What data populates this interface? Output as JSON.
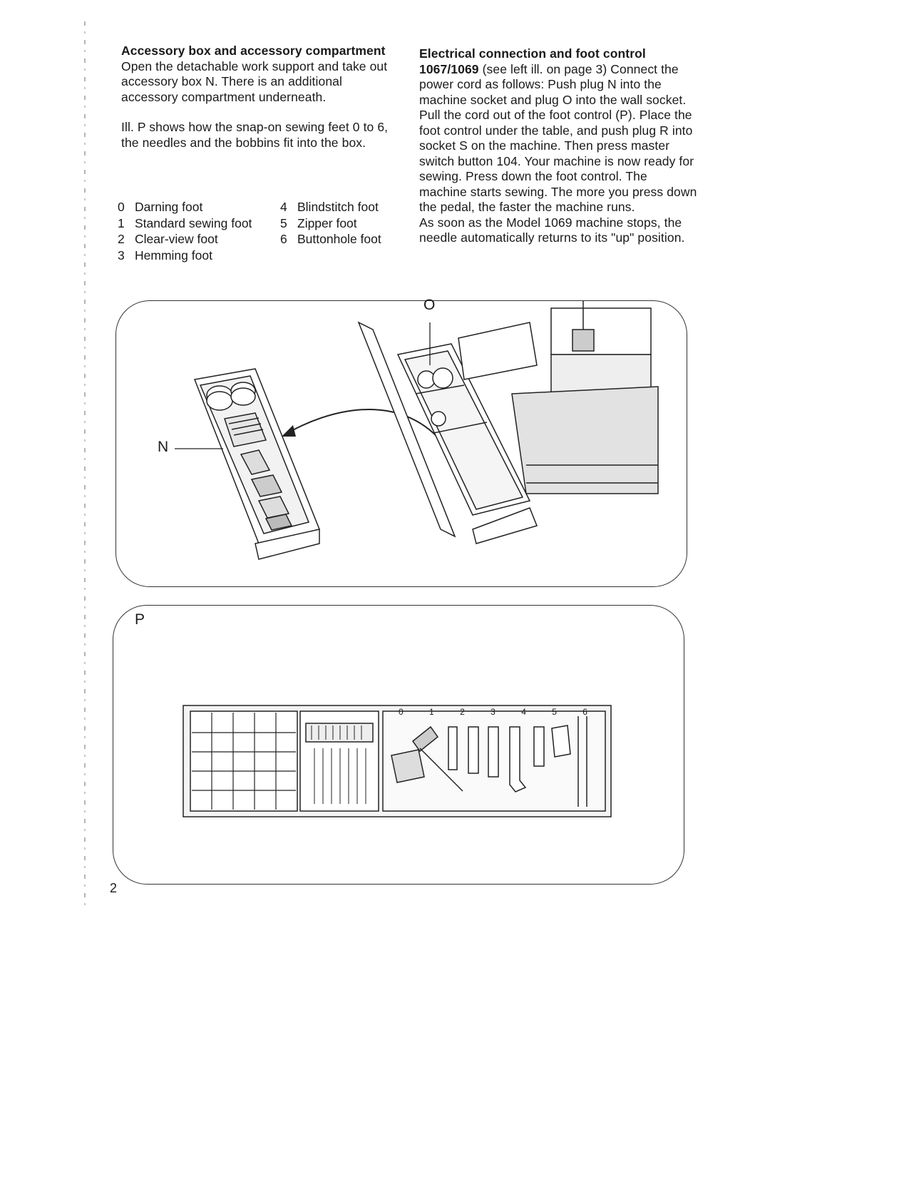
{
  "left_section": {
    "heading": "Accessory box and accessory compartment",
    "paragraphs": [
      "Open the detachable work support and take out accessory box N. There is an additional accessory compartment underneath.",
      "Ill. P shows how the snap-on sewing feet 0 to 6, the needles and the bobbins fit into the box."
    ],
    "feet": [
      {
        "num": "0",
        "name": "Darning foot"
      },
      {
        "num": "4",
        "name": "Blindstitch foot"
      },
      {
        "num": "1",
        "name": "Standard sewing foot"
      },
      {
        "num": "5",
        "name": "Zipper foot"
      },
      {
        "num": "2",
        "name": "Clear-view foot"
      },
      {
        "num": "6",
        "name": "Buttonhole foot"
      },
      {
        "num": "3",
        "name": "Hemming foot"
      }
    ]
  },
  "right_section": {
    "heading": "Electrical connection and foot control",
    "model": "1067/1069",
    "reference": "(see left ill. on page 3)",
    "body": "Connect the power cord as follows: Push plug N into the machine socket and plug O into the wall socket. Pull the cord out of the foot control (P). Place the foot control under the table, and push plug R into socket S on the machine. Then press master switch button 104. Your machine is now ready for sewing. Press down the foot control. The machine starts sewing. The more you press down the pedal, the faster the machine runs.",
    "note": "As soon as the Model 1069 machine stops, the needle automatically returns to its \"up\" position."
  },
  "illustration_1": {
    "label_n": "N",
    "label_o": "O"
  },
  "illustration_2": {
    "label_p": "P",
    "foot_numbers": [
      "0",
      "1",
      "2",
      "3",
      "4",
      "5",
      "6"
    ]
  },
  "page_number": "2"
}
